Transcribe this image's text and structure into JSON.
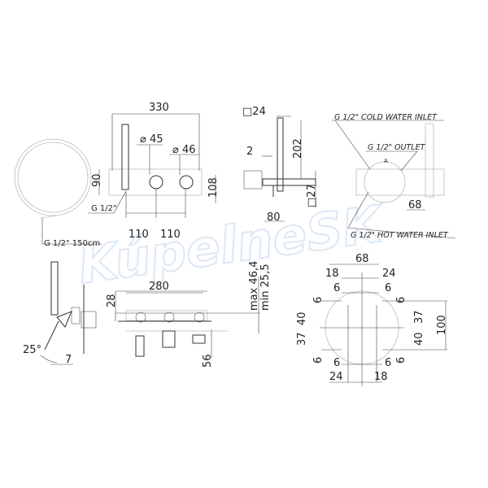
{
  "watermark": "KúpelneSK",
  "top_left_view": {
    "width": "330",
    "diameter_1": "45",
    "diameter_2": "46",
    "height_left": "90",
    "height_right": "108",
    "spacing_1": "110",
    "spacing_2": "110",
    "handshower_connection": "G 1/2\"",
    "hose": "G 1/2\" 150cm"
  },
  "side_view": {
    "square": "24",
    "offset": "2",
    "height": "202",
    "square_2": "27",
    "depth": "80"
  },
  "body_view": {
    "cold_inlet": "G 1/2\" COLD WATER INLET",
    "outlet": "G 1/2\" OUTLET",
    "hot_inlet": "G 1/2\" HOT WATER INLET",
    "detail_label": "A",
    "spacing": "68"
  },
  "side_profile": {
    "angle": "25°",
    "offset": "7"
  },
  "installation_view": {
    "width": "280",
    "height": "28",
    "max": "max 46,4",
    "min": "min 25,5",
    "depth": "56"
  },
  "detail_a": {
    "top": [
      "68",
      "18",
      "24",
      "6",
      "6"
    ],
    "left": [
      "6",
      "40",
      "37",
      "6"
    ],
    "right": [
      "6",
      "37",
      "40",
      "6",
      "100"
    ],
    "bottom": [
      "6",
      "6",
      "24",
      "18"
    ]
  }
}
